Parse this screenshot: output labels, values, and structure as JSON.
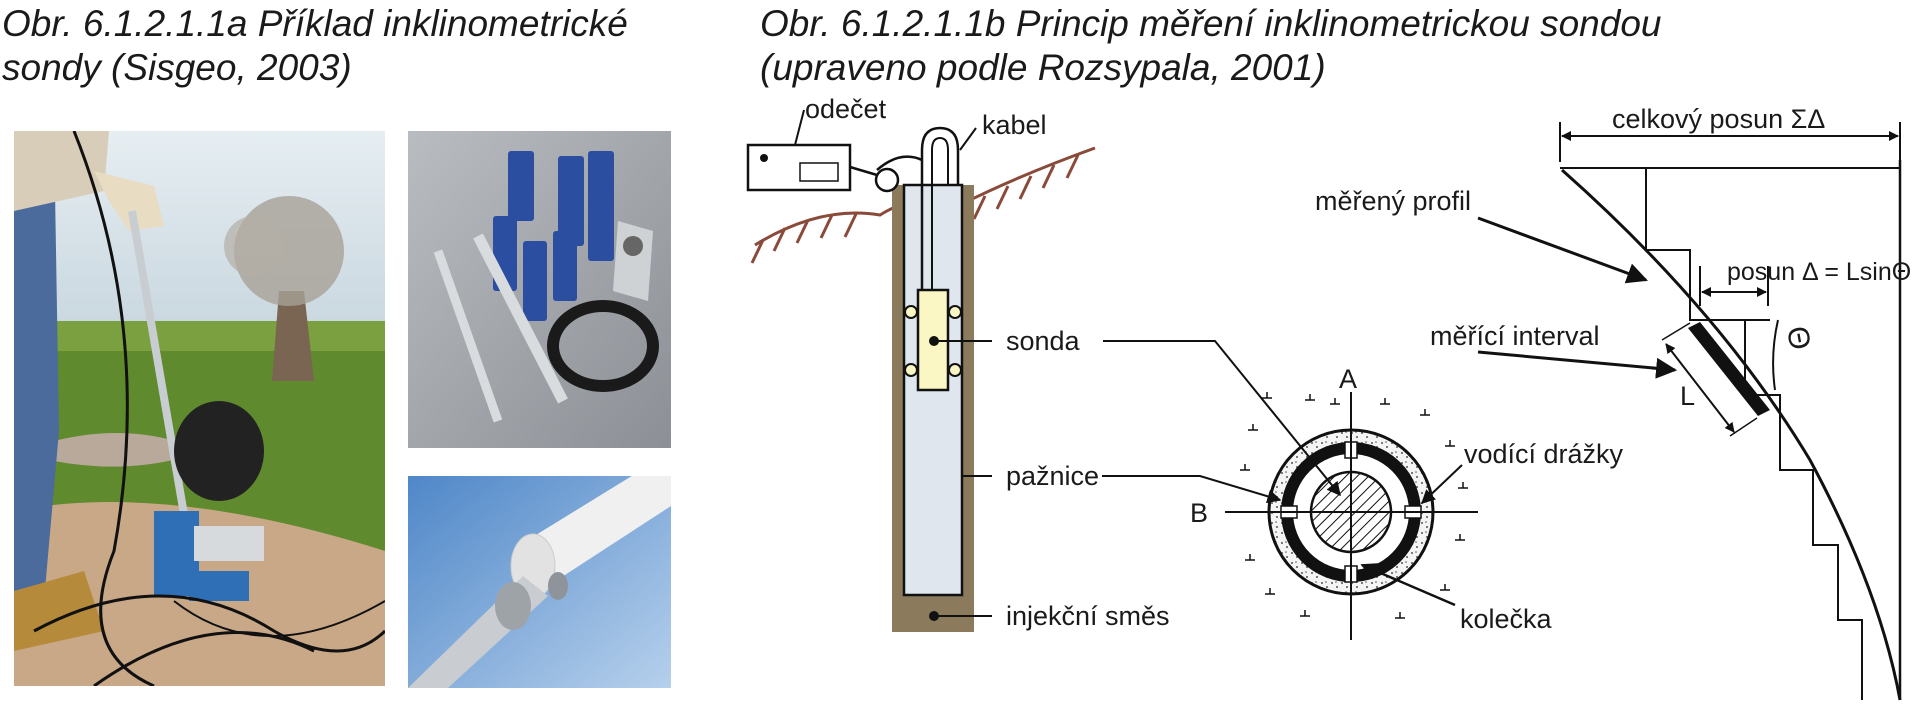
{
  "captions": {
    "left": [
      "Obr. 6.1.2.1.1a  Příklad inklinometrické",
      "sondy (Sisgeo, 2003)"
    ],
    "right": [
      "Obr. 6.1.2.1.1b  Princip měření inklinometrickou sondou",
      "(upraveno podle Rozsypala, 2001)"
    ]
  },
  "photos": {
    "field": "photo-inclinometer-field",
    "equipment": "photo-inclinometer-equipment",
    "probe": "photo-probe-in-casing"
  },
  "borehole_labels": {
    "readout": "odečet",
    "cable": "kabel",
    "probe": "sonda",
    "casing": "pažnice",
    "grout": "injekční směs"
  },
  "cross_section_labels": {
    "axis_a": "A",
    "axis_b": "B",
    "grooves": "vodící drážky",
    "wheels": "kolečka"
  },
  "profile_labels": {
    "total": "celkový posun ΣΔ",
    "measured_profile": "měřený profil",
    "displacement": "posun Δ = LsinΘ",
    "interval": "měřící interval",
    "length": "L",
    "angle": "Θ"
  },
  "colors": {
    "soil_line": "#8a4a3a",
    "casing_fill": "#dfe6ee",
    "grout_fill": "#8c7a5c",
    "probe_fill": "#fbf7c4",
    "sky": "#cfe0ea",
    "grass": "#5d8a2c"
  }
}
